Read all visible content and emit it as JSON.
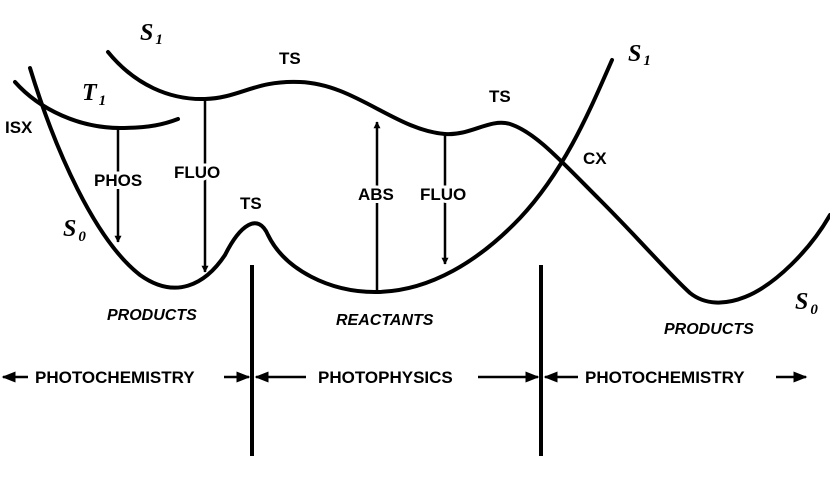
{
  "states": {
    "s1_left": {
      "letter": "S",
      "sub": "1"
    },
    "s1_right": {
      "letter": "S",
      "sub": "1"
    },
    "t1": {
      "letter": "T",
      "sub": "1"
    },
    "s0_left": {
      "letter": "S",
      "sub": "0"
    },
    "s0_right": {
      "letter": "S",
      "sub": "0"
    }
  },
  "labels": {
    "ts_top": "TS",
    "ts_right": "TS",
    "ts_bottom": "TS",
    "isx": "ISX",
    "cx": "CX",
    "phos": "PHOS",
    "fluo_left": "FLUO",
    "abs": "ABS",
    "fluo_right": "FLUO"
  },
  "regions": {
    "products_left": "PRODUCTS",
    "reactants": "REACTANTS",
    "products_right": "PRODUCTS"
  },
  "domains": {
    "left": "PHOTOCHEMISTRY",
    "middle": "PHOTOPHYSICS",
    "right": "PHOTOCHEMISTRY"
  }
}
